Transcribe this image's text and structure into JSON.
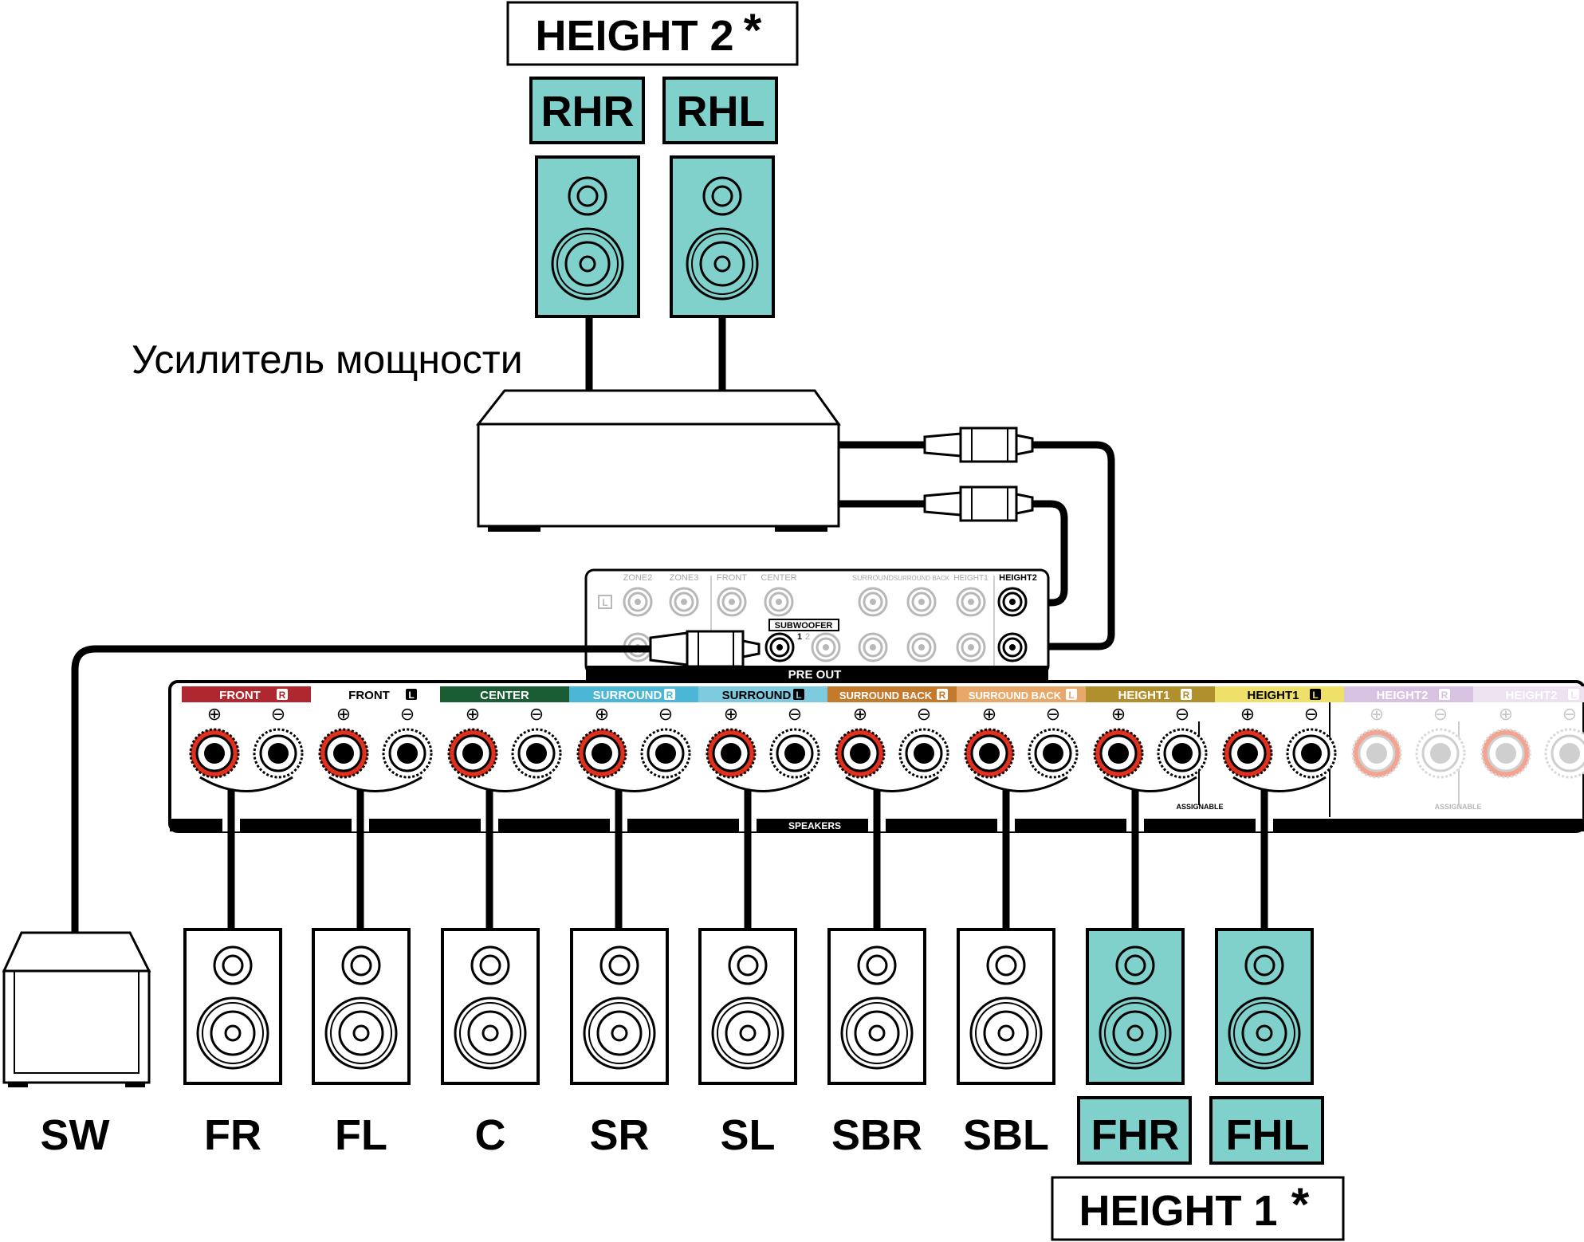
{
  "height2_title": "HEIGHT 2",
  "height1_title": "HEIGHT 1",
  "asterisk": "*",
  "amp_label": "Усилитель мощности",
  "top_speakers": [
    {
      "label": "RHR"
    },
    {
      "label": "RHL"
    }
  ],
  "preout": {
    "bar_label": "PRE OUT",
    "subwoofer_label": "SUBWOOFER",
    "sub_numbers": [
      "1",
      "2"
    ],
    "side_l": "L",
    "columns": [
      "ZONE2",
      "ZONE3",
      "FRONT",
      "CENTER",
      "SURROUND",
      "SURROUND BACK",
      "HEIGHT1",
      "HEIGHT2"
    ]
  },
  "speaker_panel": {
    "channels": [
      {
        "label": "FRONT",
        "badge": "R",
        "color": "#b0282f"
      },
      {
        "label": "FRONT",
        "badge": "L",
        "color": "#ffffff"
      },
      {
        "label": "CENTER",
        "badge": "",
        "color": "#1a5c34"
      },
      {
        "label": "SURROUND",
        "badge": "R",
        "color": "#4bb6d6"
      },
      {
        "label": "SURROUND",
        "badge": "L",
        "color": "#7ecbe0"
      },
      {
        "label": "SURROUND BACK",
        "badge": "R",
        "color": "#c47a2c"
      },
      {
        "label": "SURROUND BACK",
        "badge": "L",
        "color": "#e7a86a"
      },
      {
        "label": "HEIGHT1",
        "badge": "R",
        "color": "#b08f2d"
      },
      {
        "label": "HEIGHT1",
        "badge": "L",
        "color": "#efe06a"
      },
      {
        "label": "HEIGHT2",
        "badge": "R",
        "color": "#d8c2e2"
      },
      {
        "label": "HEIGHT2",
        "badge": "L",
        "color": "#ece2f0"
      }
    ],
    "plus": "⊕",
    "minus": "⊖",
    "speakers_label": "SPEAKERS",
    "assignable_label": "ASSIGNABLE"
  },
  "bottom_labels": [
    "SW",
    "FR",
    "FL",
    "C",
    "SR",
    "SL",
    "SBR",
    "SBL",
    "FHR",
    "FHL"
  ],
  "colors": {
    "height_fill": "#80d0cc",
    "red_post": "#e0301e",
    "black": "#000000"
  }
}
